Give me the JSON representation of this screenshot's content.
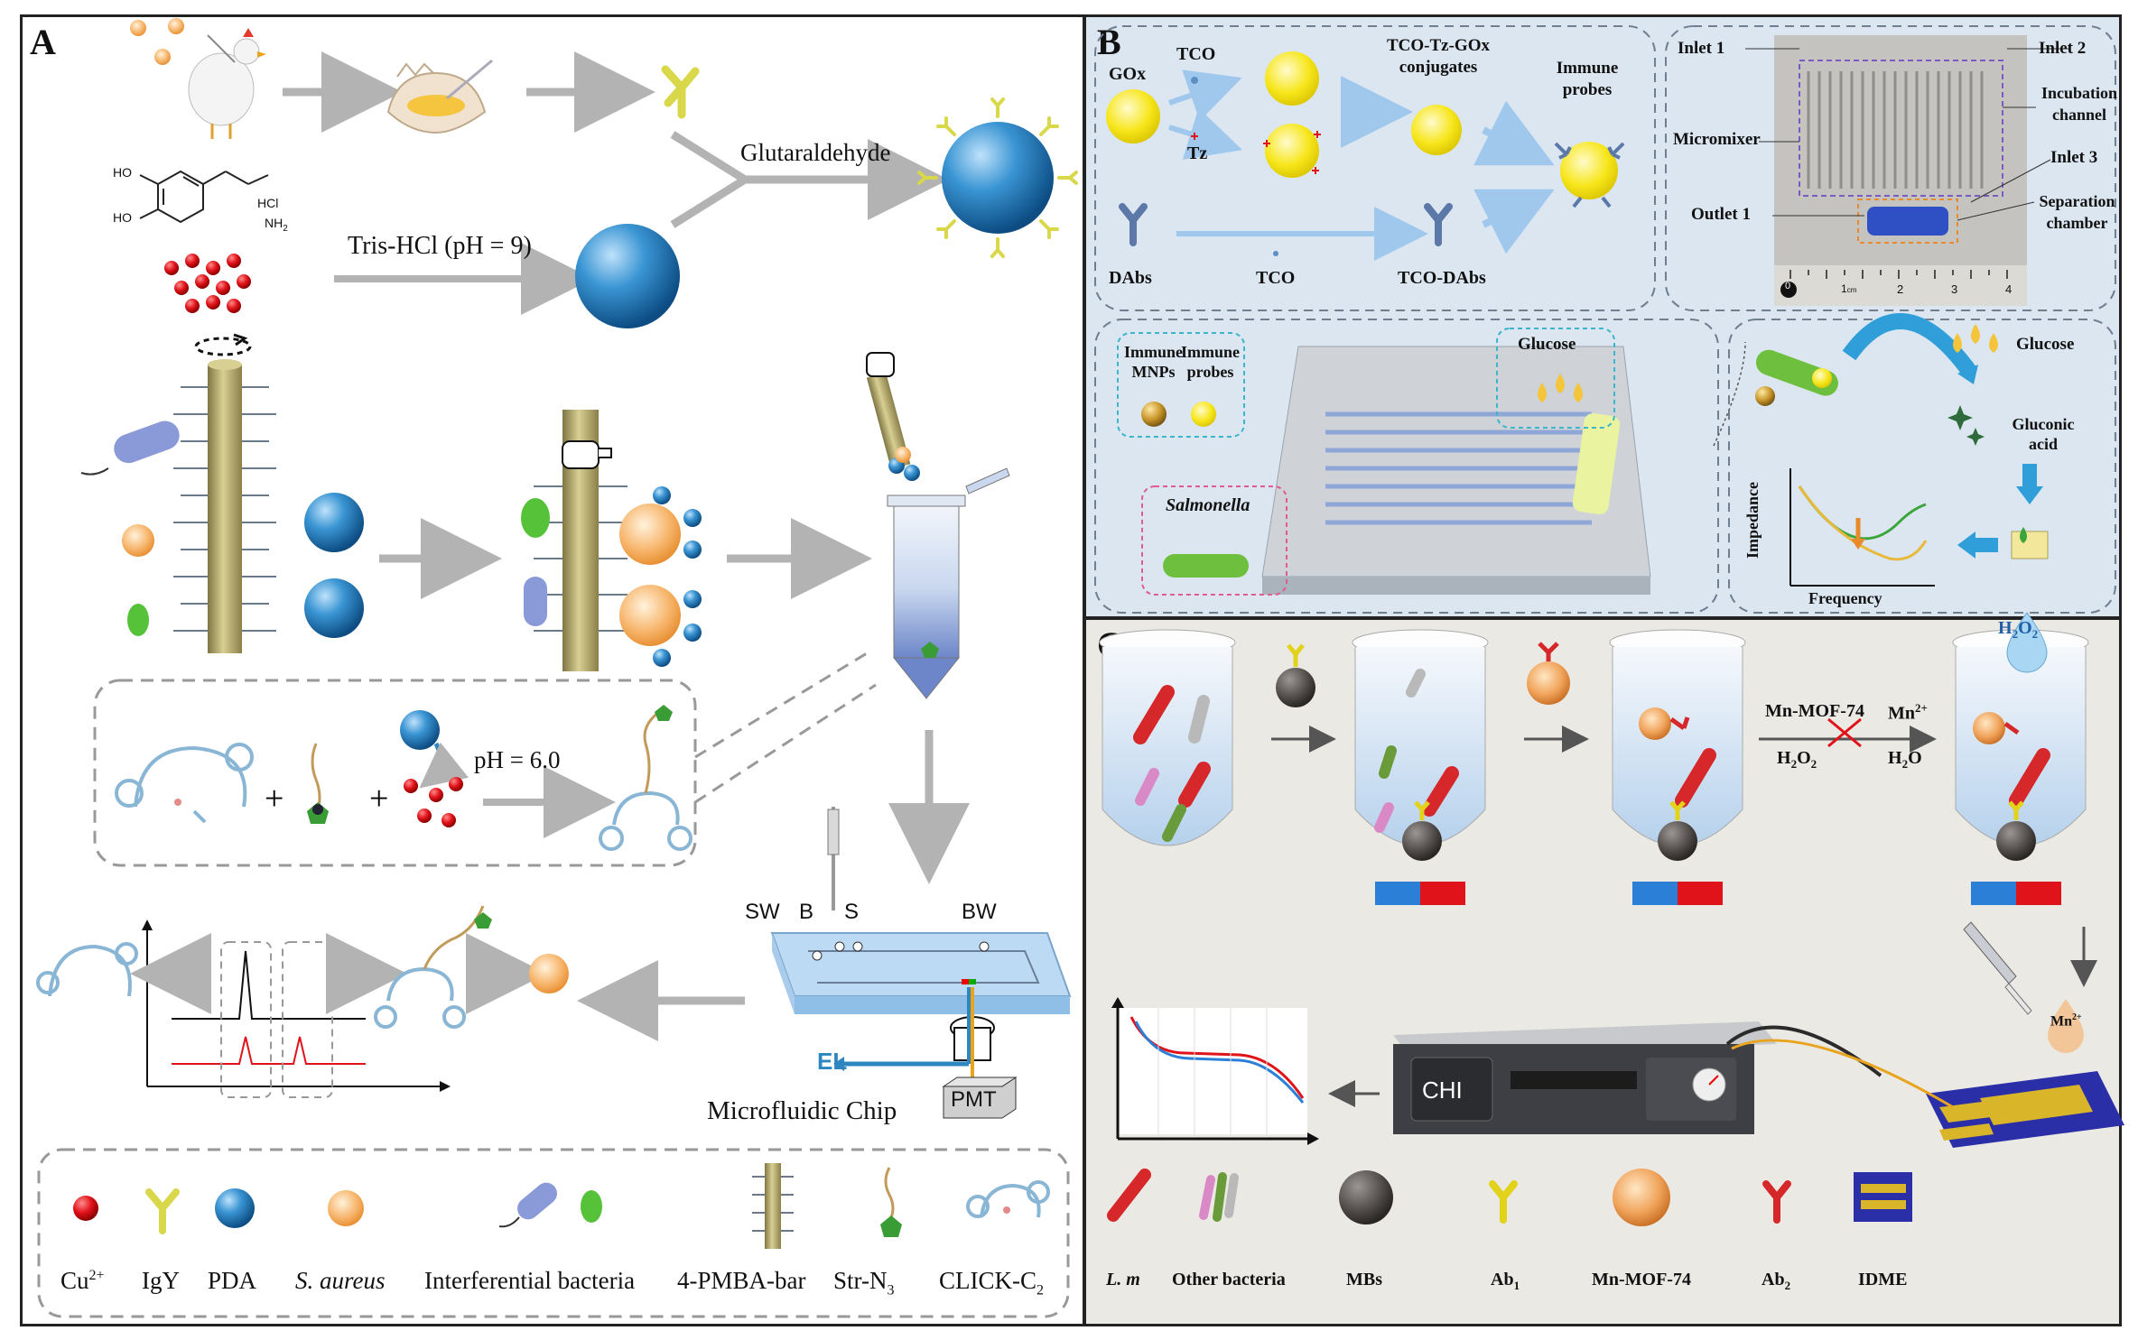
{
  "panel_labels": {
    "a": "A",
    "b": "B",
    "c": "C"
  },
  "panel_a": {
    "glutaraldehyde": "Glutaraldehyde",
    "tris": "Tris-HCl (pH = 9)",
    "hcl": "HCl",
    "ho1": "HO",
    "ho2": "HO",
    "nh2": "NH",
    "nh2_sub": "2",
    "ph": "pH = 6.0",
    "chip_ports": {
      "sw": "SW",
      "b": "B",
      "s": "S",
      "bw": "BW"
    },
    "el": "EL",
    "pmt": "PMT",
    "chip_label": "Microfluidic Chip",
    "legend": {
      "cu": "Cu",
      "cu_sup": "2+",
      "igy": "IgY",
      "pda": "PDA",
      "saureus": "S. aureus",
      "interf": "Interferential bacteria",
      "pmba": "4-PMBA-bar",
      "str": "Str-N",
      "str_sub": "3",
      "click": "CLICK-C",
      "click_sub": "2"
    }
  },
  "panel_b": {
    "gox": "GOx",
    "tco_top": "TCO",
    "tz": "Tz",
    "conj": "TCO-Tz-GOx conjugates",
    "immune_probes": "Immune probes",
    "dabs": "DAbs",
    "tco_mid": "TCO",
    "tco_dabs": "TCO-DAbs",
    "chip": {
      "inlet1": "Inlet 1",
      "inlet2": "Inlet 2",
      "incubation": "Incubation channel",
      "micromixer": "Micromixer",
      "inlet3": "Inlet 3",
      "outlet1": "Outlet 1",
      "separation": "Separation chamber",
      "scale_0": "0",
      "scale_1": "1",
      "scale_unit": "cm",
      "scale_2": "2",
      "scale_3": "3",
      "scale_4": "4"
    },
    "immune_mnps": "Immune MNPs",
    "immune_probes2": "Immune probes",
    "glucose1": "Glucose",
    "salmonella": "Salmonella",
    "glucose2": "Glucose",
    "gluconic": "Gluconic acid",
    "impedance": "Impedance",
    "frequency": "Frequency"
  },
  "panel_c": {
    "mof": "Mn-MOF-74",
    "mn2": "Mn",
    "mn2_sup": "2+",
    "h2o2_l": "H",
    "h2o2_l_sub": "2",
    "h2o2_l_rest": "O",
    "h2o2_l_sub2": "2",
    "h2o": "H",
    "h2o_sub": "2",
    "h2o_rest": "O",
    "drop_h2o2": "H",
    "drop_h2o2_sub": "2",
    "drop_h2o2_rest": "O",
    "drop_h2o2_sub2": "2",
    "drop_mn": "Mn",
    "drop_mn_sup": "2+",
    "chi": "CHI",
    "legend": {
      "lm": "L. m",
      "other": "Other bacteria",
      "mbs": "MBs",
      "ab1": "Ab",
      "ab1_sub": "1",
      "mof": "Mn-MOF-74",
      "ab2": "Ab",
      "ab2_sub": "2",
      "idme": "IDME"
    }
  },
  "colors": {
    "arrow_gray": "#b3b3b3",
    "pda_blue": "#2e86c1",
    "igy_yellow": "#d8d84a",
    "cu_red": "#e0121a",
    "saureus_orange": "#f2a65a",
    "panel_b_bg": "#dbe6f1",
    "panel_c_bg": "#ebe9e4",
    "gox_yellow": "#f7e61b"
  }
}
